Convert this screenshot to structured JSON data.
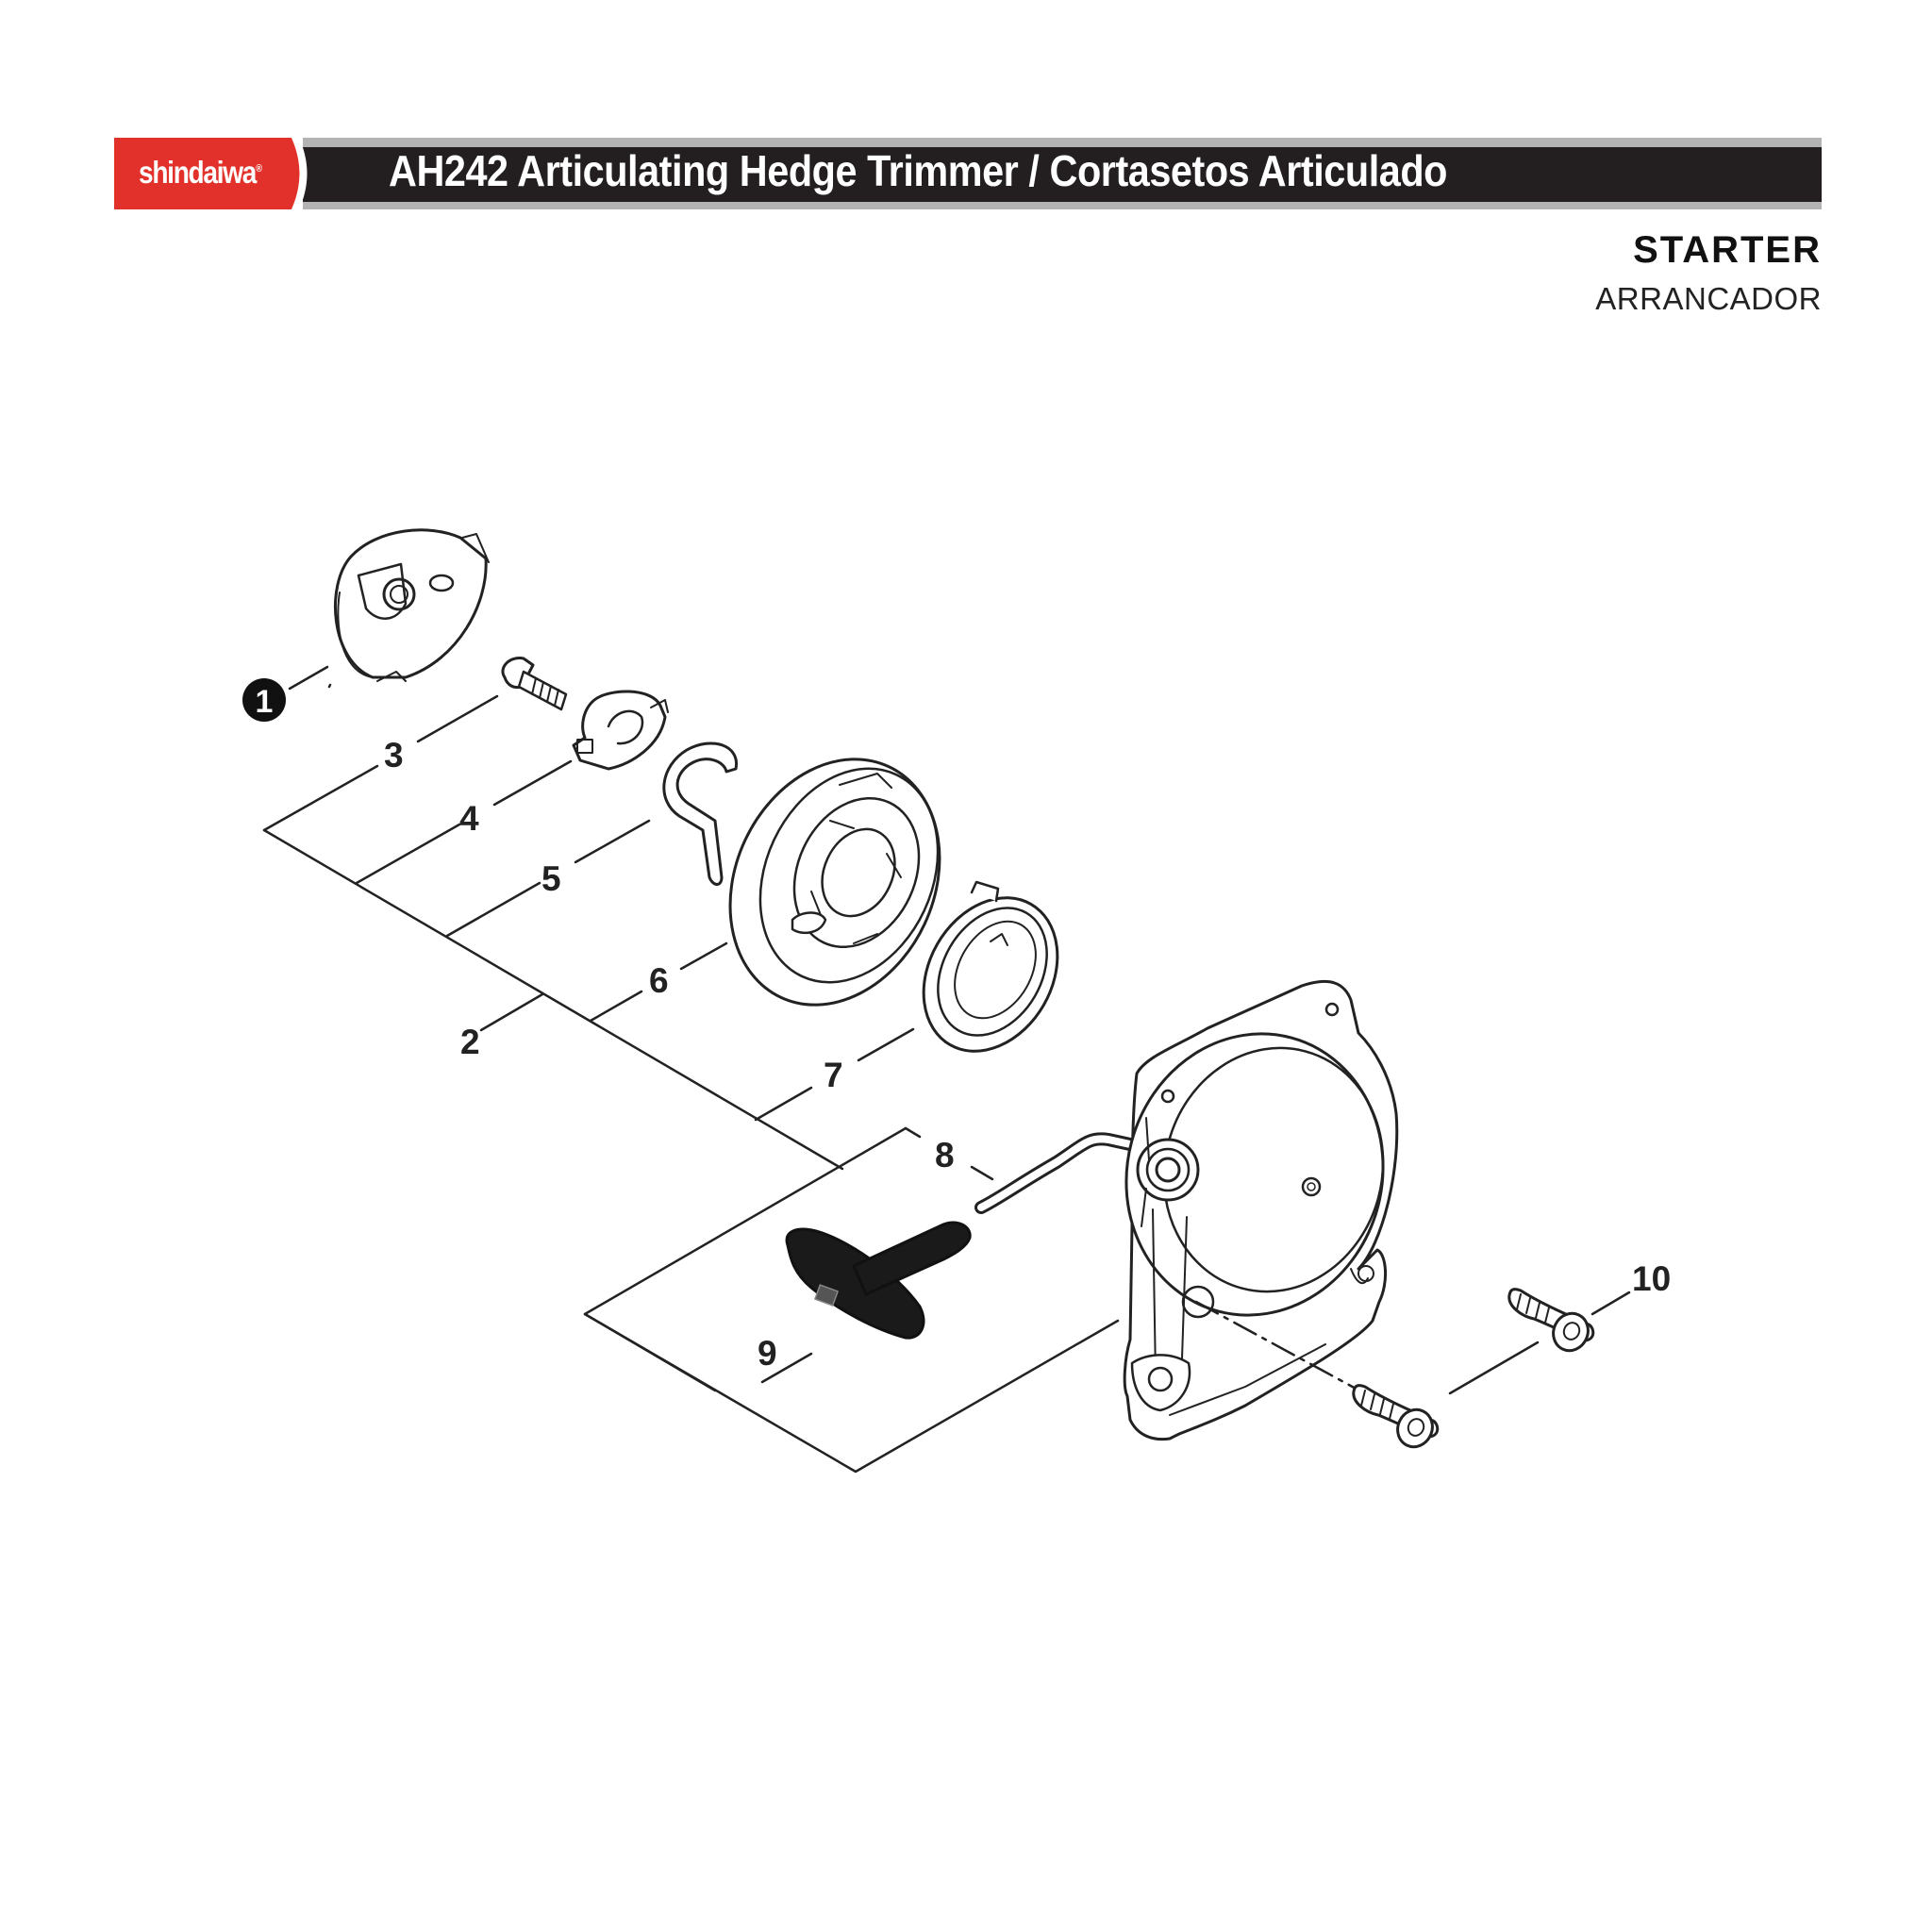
{
  "brand": {
    "logo_text": "shindaiwa",
    "color": "#e2312a"
  },
  "header": {
    "title": "AH242 Articulating Hedge Trimmer / Cortasetos Articulado"
  },
  "section": {
    "title_en": "STARTER",
    "title_es": "ARRANCADOR"
  },
  "callouts": {
    "c1": "1",
    "c2": "2",
    "c3": "3",
    "c4": "4",
    "c5": "5",
    "c6": "6",
    "c7": "7",
    "c8": "8",
    "c9": "9",
    "c10": "10"
  }
}
